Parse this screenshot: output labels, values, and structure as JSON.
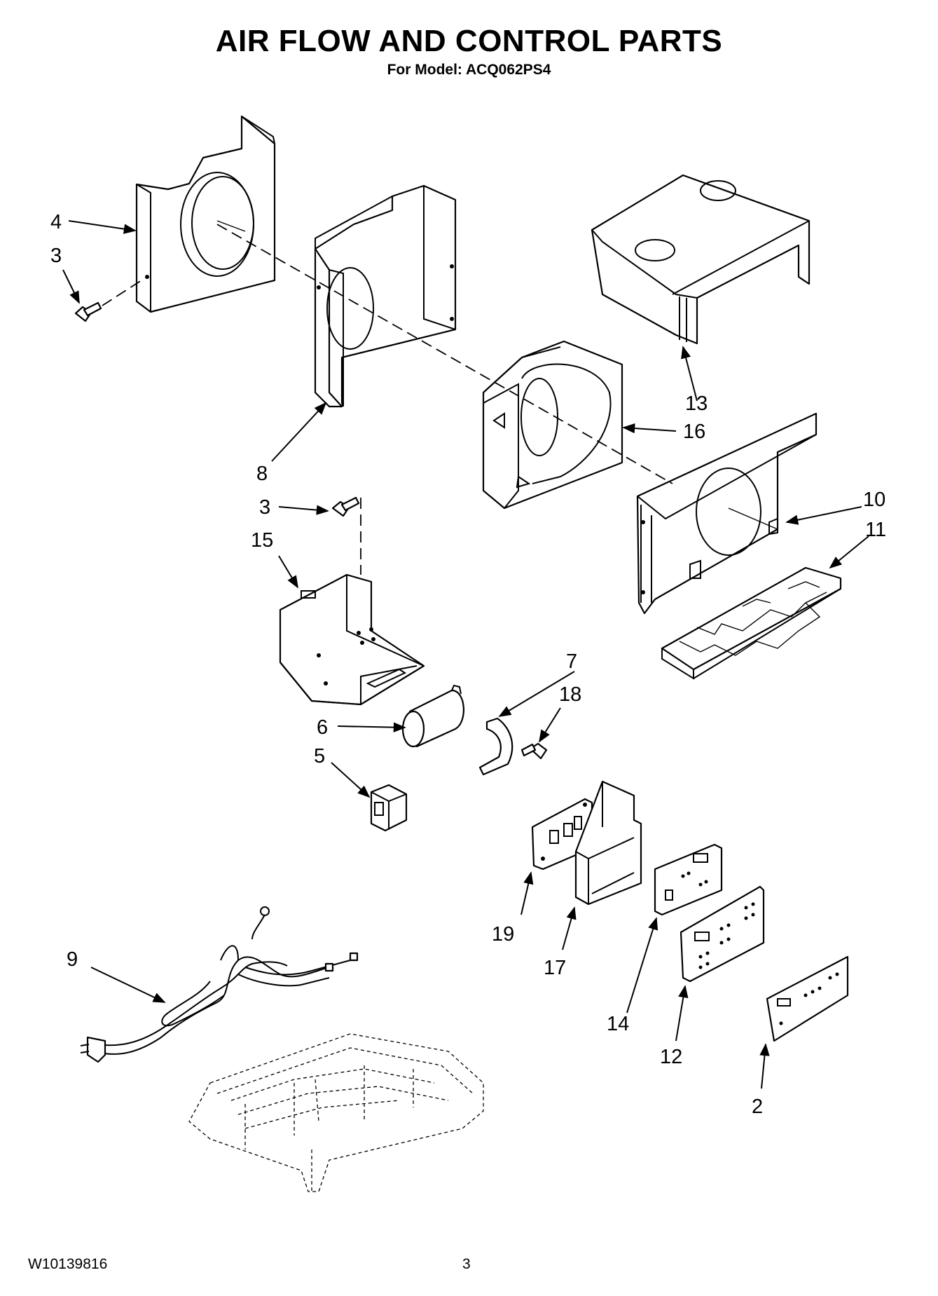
{
  "header": {
    "title": "AIR FLOW AND CONTROL PARTS",
    "subtitle": "For Model: ACQ062PS4"
  },
  "footer": {
    "doc_number": "W10139816",
    "page": "3"
  },
  "callouts": {
    "c2": "2",
    "c3a": "3",
    "c3b": "3",
    "c4": "4",
    "c5": "5",
    "c6": "6",
    "c7": "7",
    "c8": "8",
    "c9": "9",
    "c10": "10",
    "c11": "11",
    "c12": "12",
    "c13": "13",
    "c14": "14",
    "c15": "15",
    "c16": "16",
    "c17": "17",
    "c18": "18",
    "c19": "19"
  }
}
